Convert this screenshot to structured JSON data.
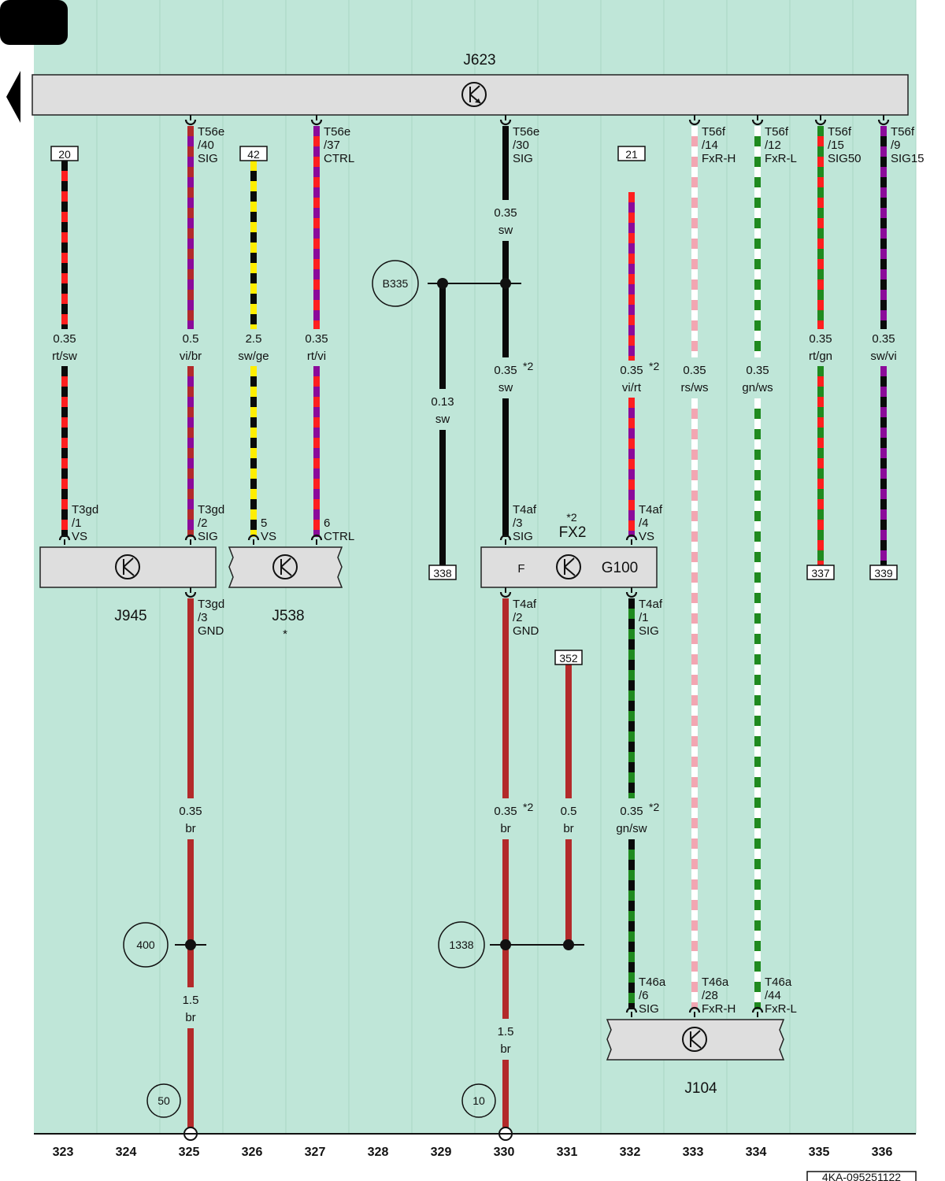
{
  "colors": {
    "background": "#bfe6d8",
    "module_fill": "#dedede",
    "rt": "#ff1f1f",
    "sw": "#0a0a0a",
    "vi": "#8b0a9a",
    "br": "#b32a2a",
    "ge": "#ffee00",
    "gn": "#1f8a1f",
    "ws": "#ffffff",
    "rs": "#f2a6b2"
  },
  "top_module": {
    "label": "J623"
  },
  "modules": [
    {
      "label": "J945",
      "note": ""
    },
    {
      "label": "J538",
      "note": "*"
    },
    {
      "label": "G100",
      "note": "F"
    },
    {
      "label": "J104",
      "note": ""
    }
  ],
  "fx_label": {
    "text": "FX2",
    "mark": "*2"
  },
  "wires": [
    {
      "id": "w323",
      "top_ref": "20",
      "gauge": "0.35",
      "color": "rt/sw",
      "pin": [
        "T3gd",
        "/1",
        "VS"
      ]
    },
    {
      "id": "w325",
      "top_pin": [
        "T56e",
        "/40",
        "SIG"
      ],
      "gauge": "0.5",
      "color": "vi/br",
      "pin": [
        "T3gd",
        "/2",
        "SIG"
      ]
    },
    {
      "id": "w326",
      "top_ref": "42",
      "gauge": "2.5",
      "color": "sw/ge",
      "pin": [
        "",
        "5",
        "VS"
      ]
    },
    {
      "id": "w327",
      "top_pin": [
        "T56e",
        "/37",
        "CTRL"
      ],
      "gauge": "0.35",
      "color": "rt/vi",
      "pin": [
        "",
        "6",
        "CTRL"
      ]
    },
    {
      "id": "w330a",
      "top_pin": [
        "T56e",
        "/30",
        "SIG"
      ],
      "gauge": "0.35",
      "color": "sw",
      "gauge2": "0.35",
      "color2": "sw",
      "mark": "*2",
      "pin": [
        "T4af",
        "/3",
        "SIG"
      ]
    },
    {
      "id": "w329",
      "gauge": "0.13",
      "color": "sw",
      "bottom_ref": "338"
    },
    {
      "id": "w332a",
      "top_ref": "21",
      "gauge": "0.35",
      "color": "vi/rt",
      "mark": "*2",
      "pin": [
        "T4af",
        "/4",
        "VS"
      ]
    },
    {
      "id": "w333",
      "top_pin": [
        "T56f",
        "/14",
        "FxR-H"
      ],
      "gauge": "0.35",
      "color": "rs/ws",
      "pin": [
        "T46a",
        "/28",
        "FxR-H"
      ]
    },
    {
      "id": "w334",
      "top_pin": [
        "T56f",
        "/12",
        "FxR-L"
      ],
      "gauge": "0.35",
      "color": "gn/ws",
      "pin": [
        "T46a",
        "/44",
        "FxR-L"
      ]
    },
    {
      "id": "w335",
      "top_pin": [
        "T56f",
        "/15",
        "SIG50"
      ],
      "gauge": "0.35",
      "color": "rt/gn",
      "bottom_ref": "337"
    },
    {
      "id": "w336",
      "top_pin": [
        "T56f",
        "/9",
        "SIG15"
      ],
      "gauge": "0.35",
      "color": "sw/vi",
      "bottom_ref": "339"
    },
    {
      "id": "w325b",
      "top_pin": [
        "T3gd",
        "/3",
        "GND"
      ],
      "gauge": "0.35",
      "color": "br",
      "gauge2": "1.5",
      "color2": "br"
    },
    {
      "id": "w330b",
      "top_pin": [
        "T4af",
        "/2",
        "GND"
      ],
      "gauge": "0.35",
      "color": "br",
      "mark": "*2",
      "gauge2": "1.5",
      "color2": "br"
    },
    {
      "id": "w331",
      "top_ref": "352",
      "gauge": "0.5",
      "color": "br"
    },
    {
      "id": "w332b",
      "top_pin": [
        "T4af",
        "/1",
        "SIG"
      ],
      "gauge": "0.35",
      "color": "gn/sw",
      "mark": "*2",
      "pin": [
        "T46a",
        "/6",
        "SIG"
      ]
    }
  ],
  "splices": [
    {
      "label": "B335"
    },
    {
      "label": "400"
    },
    {
      "label": "1338"
    }
  ],
  "grounds": [
    {
      "label": "50"
    },
    {
      "label": "10"
    }
  ],
  "grid_numbers": [
    "323",
    "324",
    "325",
    "326",
    "327",
    "328",
    "329",
    "330",
    "331",
    "332",
    "333",
    "334",
    "335",
    "336"
  ],
  "doc_code": "4KA-095251122"
}
